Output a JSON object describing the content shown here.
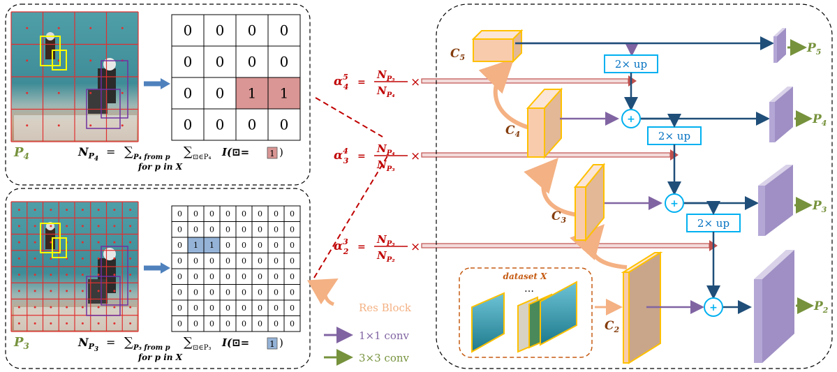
{
  "top_panel": {
    "level_label": "P",
    "level_sub": "4",
    "grid": [
      [
        0,
        0,
        0,
        0
      ],
      [
        0,
        0,
        0,
        0
      ],
      [
        0,
        0,
        1,
        1
      ],
      [
        0,
        0,
        0,
        0
      ]
    ],
    "formula": {
      "n": "N",
      "n_sub": "P",
      "n_subsub": "4",
      "eq": " = ",
      "sum1": "∑",
      "sum1_sub": "P₄ from p",
      "sum2": "∑",
      "sum2_sub": "⊡∈P₄",
      "indicator": "I(⊡=",
      "box_value": "1",
      "close": ")",
      "below": "for p in X"
    }
  },
  "bottom_panel": {
    "level_label": "P",
    "level_sub": "3",
    "grid": [
      [
        0,
        0,
        0,
        0,
        0,
        0,
        0,
        0
      ],
      [
        0,
        0,
        0,
        0,
        0,
        0,
        0,
        0
      ],
      [
        0,
        1,
        1,
        0,
        0,
        0,
        0,
        0
      ],
      [
        0,
        0,
        0,
        0,
        0,
        0,
        0,
        0
      ],
      [
        0,
        0,
        0,
        0,
        0,
        0,
        0,
        0
      ],
      [
        0,
        0,
        0,
        0,
        0,
        0,
        0,
        0
      ],
      [
        0,
        0,
        0,
        0,
        0,
        0,
        0,
        0
      ],
      [
        0,
        0,
        0,
        0,
        0,
        0,
        0,
        0
      ]
    ],
    "formula": {
      "n": "N",
      "n_sub": "P",
      "n_subsub": "3",
      "eq": " = ",
      "sum1": "∑",
      "sum1_sub": "P₃ from p",
      "sum2": "∑",
      "sum2_sub": "⊡∈P₃",
      "indicator": "I(⊡=",
      "box_value": "1",
      "close": ")",
      "below": "for p in X"
    }
  },
  "alphas": [
    {
      "alpha": "α",
      "sup": "5",
      "sub": "4",
      "eq": " = ",
      "num": "N",
      "num_sub": "P₅",
      "den": "N",
      "den_sub": "P₄",
      "times": "×"
    },
    {
      "alpha": "α",
      "sup": "4",
      "sub": "3",
      "eq": " = ",
      "num": "N",
      "num_sub": "P₄",
      "den": "N",
      "den_sub": "P₃",
      "times": "×"
    },
    {
      "alpha": "α",
      "sup": "3",
      "sub": "2",
      "eq": " = ",
      "num": "N",
      "num_sub": "P₃",
      "den": "N",
      "den_sub": "P₂",
      "times": "×"
    }
  ],
  "backbone": [
    {
      "name": "C",
      "sub": "5"
    },
    {
      "name": "C",
      "sub": "4"
    },
    {
      "name": "C",
      "sub": "3"
    },
    {
      "name": "C",
      "sub": "2"
    }
  ],
  "outputs": [
    {
      "name": "P",
      "sub": "5"
    },
    {
      "name": "P",
      "sub": "4"
    },
    {
      "name": "P",
      "sub": "3"
    },
    {
      "name": "P",
      "sub": "2"
    }
  ],
  "upsample_label": "2× up",
  "plus_symbol": "+",
  "dataset": {
    "label": "dataset X",
    "ellipsis": "…"
  },
  "legend": [
    {
      "label": "Res Block",
      "color": "#f4b183",
      "icon": "curved-arrow-icon"
    },
    {
      "label": "1×1 conv",
      "color": "#8064a2",
      "icon": "arrow-icon"
    },
    {
      "label": "3×3 conv",
      "color": "#76923c",
      "icon": "arrow-icon"
    }
  ],
  "colors": {
    "red_arrow": "#c0504d",
    "blue_arrow": "#1f4e79",
    "purple_arrow": "#8064a2",
    "green_arrow": "#76923c",
    "feature_fill": "#f8cbad",
    "feature_border": "#ffc000",
    "output_fill": "#b4a7d6",
    "highlight_top": "#d99694",
    "highlight_bottom": "#95b3d7",
    "up_border": "#00b0f0"
  }
}
